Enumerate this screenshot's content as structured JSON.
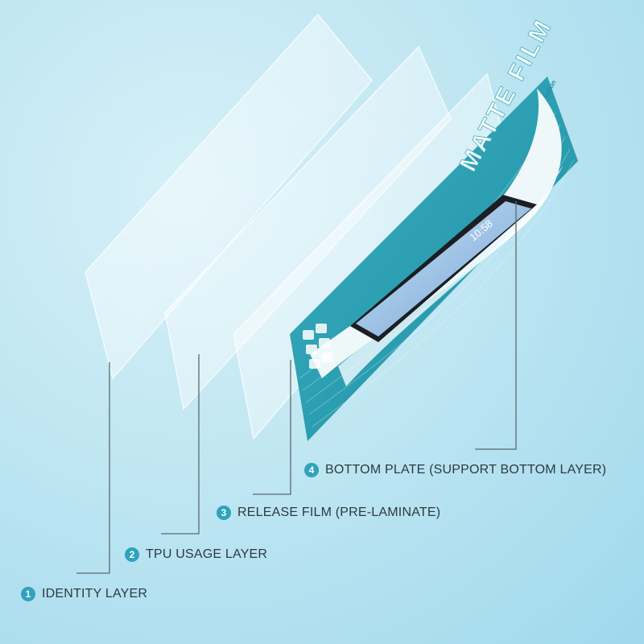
{
  "layers": [
    {
      "number": "1",
      "label": "IDENTITY LAYER"
    },
    {
      "number": "2",
      "label": "TPU USAGE LAYER"
    },
    {
      "number": "3",
      "label": "RELEASE FILM (PRE-LAMINATE)"
    },
    {
      "number": "4",
      "label": "BOTTOM PLATE (SUPPORT BOTTOM LAYER)"
    }
  ],
  "backing_card": {
    "title": "MATTE FILM",
    "brand": "nillkin",
    "phone_screen_time": "10:58"
  },
  "colors": {
    "background": "#bfe6f2",
    "accent": "#2fa3bd",
    "leader_line": "#5a6a70",
    "label_text": "#2d3a40"
  }
}
